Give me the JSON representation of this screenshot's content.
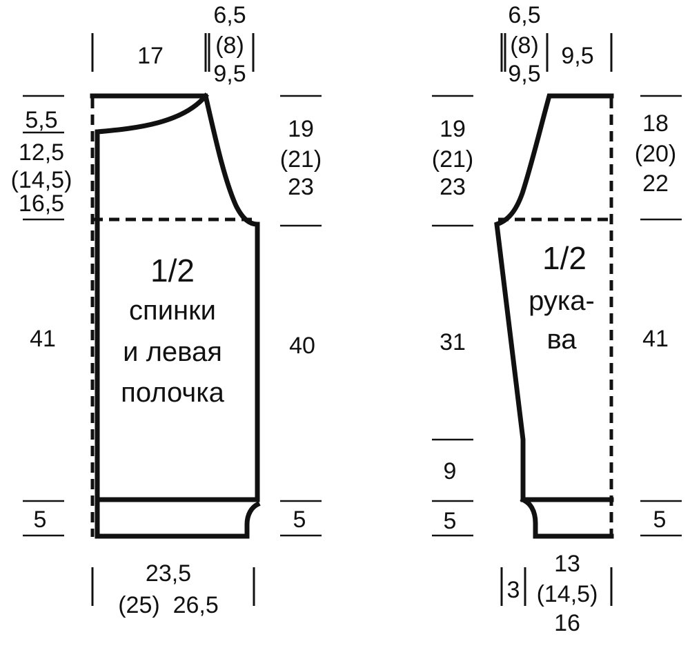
{
  "back_front": {
    "title_lines": [
      "1/2",
      "спинки",
      "и левая",
      "полочка"
    ],
    "top": {
      "neck_width": "17",
      "shoulder_lines": [
        "6,5",
        "(8)",
        "9,5"
      ]
    },
    "left": {
      "neck_depth": "5,5",
      "armhole_lines": [
        "12,5",
        "(14,5)",
        "16,5"
      ],
      "body_length": "41",
      "rib": "5"
    },
    "right": {
      "armhole_lines": [
        "19",
        "(21)",
        "23"
      ],
      "body_length": "40",
      "rib": "5"
    },
    "bottom": {
      "width_lines": [
        "23,5",
        "(25)  26,5"
      ]
    }
  },
  "sleeve": {
    "title_lines": [
      "1/2",
      "рука-",
      "ва"
    ],
    "top": {
      "cap_lines": [
        "6,5",
        "(8)",
        "9,5"
      ],
      "half_top": "9,5"
    },
    "left": {
      "cap_lines": [
        "19",
        "(21)",
        "23"
      ],
      "upper_length": "31",
      "lower_length": "9",
      "rib": "5"
    },
    "right": {
      "cap_lines": [
        "18",
        "(20)",
        "22"
      ],
      "length": "41",
      "rib": "5"
    },
    "bottom": {
      "left_offset": "3",
      "width_lines": [
        "13",
        "(14,5)",
        "16"
      ]
    }
  }
}
